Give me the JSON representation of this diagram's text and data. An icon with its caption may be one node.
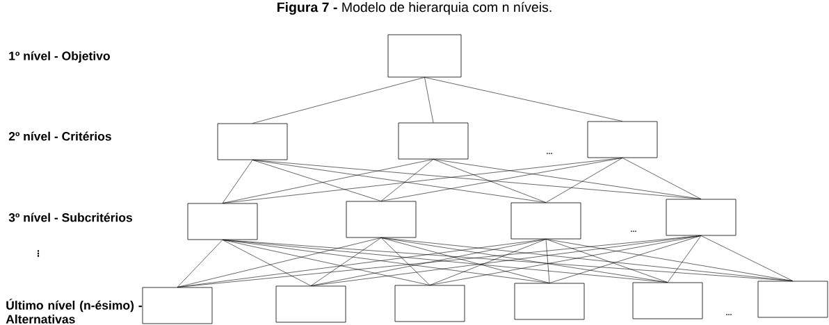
{
  "diagram": {
    "title": "**Figura 7 -** Modelo de hierarquia com n níveis.",
    "nodes": [
      {
        "text": [],
        "shape": "box"
      },
      {
        "text": [],
        "shape": "box"
      },
      {
        "text": [],
        "shape": "box"
      },
      {
        "text": [],
        "shape": "box"
      },
      {
        "text": [],
        "shape": "box"
      },
      {
        "text": [],
        "shape": "box"
      },
      {
        "text": [],
        "shape": "box"
      },
      {
        "text": [],
        "shape": "box"
      },
      {
        "text": [],
        "shape": "box"
      },
      {
        "text": [],
        "shape": "box"
      },
      {
        "text": [],
        "shape": "box"
      },
      {
        "text": [],
        "shape": "box"
      },
      {
        "text": [],
        "shape": "box"
      },
      {
        "text": [],
        "shape": "box"
      }
    ],
    "edges": [
      {
        "from": 0,
        "to": 1,
        "arrow": "none"
      },
      {
        "from": 0,
        "to": 2,
        "arrow": "none"
      },
      {
        "from": 0,
        "to": 3,
        "arrow": "none"
      },
      {
        "from": 1,
        "to": 4,
        "arrow": "none"
      },
      {
        "from": 1,
        "to": 5,
        "arrow": "none"
      },
      {
        "from": 1,
        "to": 6,
        "arrow": "none"
      },
      {
        "from": 1,
        "to": 7,
        "arrow": "none"
      },
      {
        "from": 2,
        "to": 4,
        "arrow": "none"
      },
      {
        "from": 2,
        "to": 5,
        "arrow": "none"
      },
      {
        "from": 2,
        "to": 6,
        "arrow": "none"
      },
      {
        "from": 2,
        "to": 7,
        "arrow": "none"
      },
      {
        "from": 3,
        "to": 4,
        "arrow": "none"
      },
      {
        "from": 3,
        "to": 5,
        "arrow": "none"
      },
      {
        "from": 3,
        "to": 6,
        "arrow": "none"
      },
      {
        "from": 3,
        "to": 7,
        "arrow": "none"
      },
      {
        "from": 4,
        "to": 8,
        "arrow": "none"
      },
      {
        "from": 4,
        "to": 9,
        "arrow": "none"
      },
      {
        "from": 4,
        "to": 10,
        "arrow": "none"
      },
      {
        "from": 4,
        "to": 11,
        "arrow": "none"
      },
      {
        "from": 4,
        "to": 12,
        "arrow": "none"
      },
      {
        "from": 4,
        "to": 13,
        "arrow": "none"
      },
      {
        "from": 5,
        "to": 8,
        "arrow": "none"
      },
      {
        "from": 5,
        "to": 9,
        "arrow": "none"
      },
      {
        "from": 5,
        "to": 10,
        "arrow": "none"
      },
      {
        "from": 5,
        "to": 11,
        "arrow": "none"
      },
      {
        "from": 5,
        "to": 12,
        "arrow": "none"
      },
      {
        "from": 5,
        "to": 13,
        "arrow": "none"
      },
      {
        "from": 6,
        "to": 8,
        "arrow": "none"
      },
      {
        "from": 6,
        "to": 9,
        "arrow": "none"
      },
      {
        "from": 6,
        "to": 10,
        "arrow": "none"
      },
      {
        "from": 6,
        "to": 11,
        "arrow": "none"
      },
      {
        "from": 6,
        "to": 12,
        "arrow": "none"
      },
      {
        "from": 6,
        "to": 13,
        "arrow": "none"
      },
      {
        "from": 7,
        "to": 8,
        "arrow": "none"
      },
      {
        "from": 7,
        "to": 9,
        "arrow": "none"
      },
      {
        "from": 7,
        "to": 10,
        "arrow": "none"
      },
      {
        "from": 7,
        "to": 11,
        "arrow": "none"
      },
      {
        "from": 7,
        "to": 12,
        "arrow": "none"
      },
      {
        "from": 7,
        "to": 13,
        "arrow": "none"
      }
    ],
    "labels": [
      "1º nível - Objetivo",
      "2º nível - Critérios",
      "...",
      "3º nível - Subcritérios",
      "...",
      "⋮",
      "Último nível (n-ésimo) - Alternativas",
      "..."
    ]
  }
}
